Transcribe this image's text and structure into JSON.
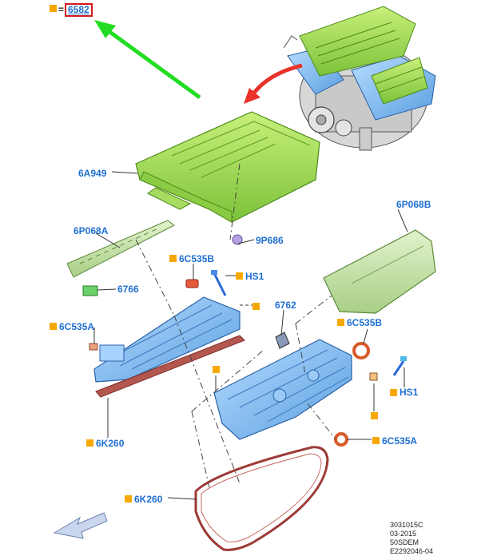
{
  "legend": {
    "code": "6582",
    "equals": "="
  },
  "labels": {
    "l6A949": "6A949",
    "l9P686": "9P686",
    "l6P068A": "6P068A",
    "l6P068B": "6P068B",
    "l6C535B_1": "6C535B",
    "lHS1_1": "HS1",
    "l6766": "6766",
    "l6762": "6762",
    "l6C535A_1": "6C535A",
    "l6C535B_2": "6C535B",
    "lHS1_2": "HS1",
    "l6C535A_2": "6C535A",
    "l6K260_1": "6K260",
    "l6K260_2": "6K260"
  },
  "footer": {
    "line1": "3031015C",
    "line2": "03-2015",
    "line3": "50SDEM",
    "line4": "E2292046-04"
  },
  "colors": {
    "green_part": "#9fd84a",
    "blue_part": "#7ab8f0",
    "label_blue": "#1f6fd1",
    "marker_orange": "#f7a800",
    "arrow_green": "#22dd22",
    "arrow_red": "#e8322a",
    "gasket_red": "#9c3a36"
  }
}
